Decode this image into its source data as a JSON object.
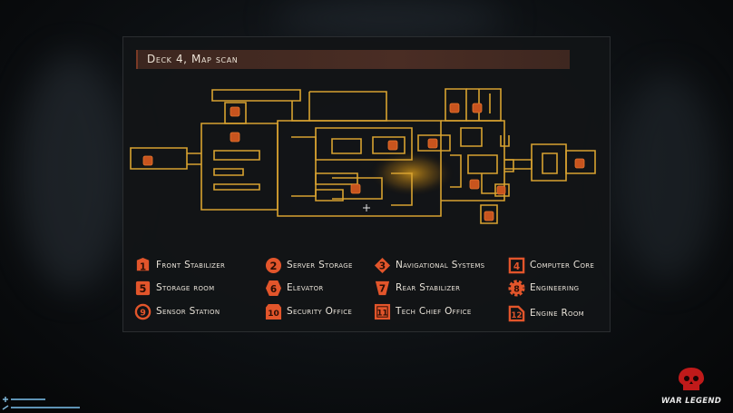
{
  "panel": {
    "title": "Deck 4, Map scan"
  },
  "legend": [
    {
      "num": "1",
      "label": "Front Stabilizer"
    },
    {
      "num": "2",
      "label": "Server Storage"
    },
    {
      "num": "3",
      "label": "Navigational Systems"
    },
    {
      "num": "4",
      "label": "Computer Core"
    },
    {
      "num": "5",
      "label": "Storage room"
    },
    {
      "num": "6",
      "label": "Elevator"
    },
    {
      "num": "7",
      "label": "Rear Stabilizer"
    },
    {
      "num": "8",
      "label": "Engineering"
    },
    {
      "num": "9",
      "label": "Sensor Station"
    },
    {
      "num": "10",
      "label": "Security Office"
    },
    {
      "num": "11",
      "label": "Tech Chief Office"
    },
    {
      "num": "12",
      "label": "Engine Room"
    }
  ],
  "watermark": {
    "text": "WAR LEGEND"
  },
  "colors": {
    "accent": "#e8552c",
    "map_wall": "#d8a230",
    "title_bar": "#462a22",
    "text": "#e8e2d8"
  },
  "icons": {
    "hud_add": "plus-icon",
    "hud_weapon": "wrench-icon",
    "logo": "skull-icon"
  }
}
